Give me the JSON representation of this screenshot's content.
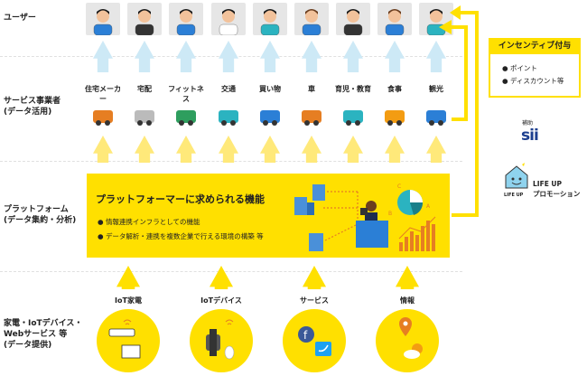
{
  "rows": {
    "users": "ユーザー",
    "service_line1": "サービス事業者",
    "service_line2": "(データ活用)",
    "platform_line1": "プラットフォーム",
    "platform_line2": "(データ集約・分析)",
    "source_line1": "家電・IoTデバイス・",
    "source_line2": "Webサービス 等",
    "source_line3": "(データ提供)"
  },
  "services": [
    "住宅メーカー",
    "宅配",
    "フィットネス",
    "交通",
    "買い物",
    "車",
    "育児・教育",
    "食事",
    "観光"
  ],
  "platform": {
    "title": "プラットフォーマーに求められる機能",
    "bullets": [
      "情報連携インフラとしての機能",
      "データ解析・連携を複数企業で行える環境の構築 等"
    ],
    "chart_letters": [
      "C",
      "B",
      "A"
    ]
  },
  "sources": [
    "IoT家電",
    "IoTデバイス",
    "サービス",
    "情報"
  ],
  "incentive": {
    "title": "インセンティブ付与",
    "items": [
      "ポイント",
      "ディスカウント等"
    ]
  },
  "sponsor": {
    "label": "補助",
    "logo_text": "sii"
  },
  "promotion": {
    "logo_text": "LIFE UP",
    "name_line1": "LIFE UP",
    "name_line2": "プロモーション"
  },
  "colors": {
    "accent_yellow": "#ffe000",
    "arrow_blue": "#cde9f6",
    "arrow_yellow": "#ffe97a"
  }
}
